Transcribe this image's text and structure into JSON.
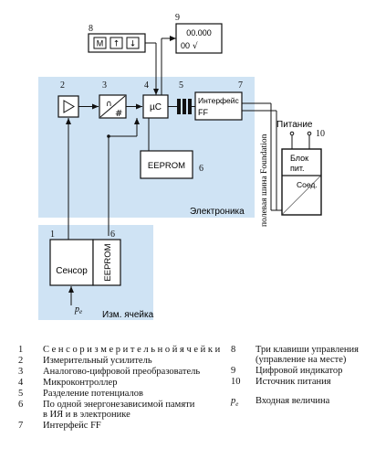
{
  "diagram": {
    "labels": {
      "n1": "1",
      "n2": "2",
      "n3": "3",
      "n4": "4",
      "n5": "5",
      "n6a": "6",
      "n6b": "6",
      "n7": "7",
      "n8": "8",
      "n9": "9",
      "n10": "10",
      "mu_c": "µC",
      "interface": "Интерфейс",
      "ff": "FF",
      "eeprom_main": "EEPROM",
      "eeprom_cell": "EEPROM",
      "sensor": "Сенсор",
      "electronics": "Электроника",
      "cell": "Изм. ячейка",
      "pe": "p",
      "pe_sub": "e",
      "power_label": "Питание",
      "psu_line1": "Блок",
      "psu_line2": "пит.",
      "conn": "Соед.",
      "fieldbus": "полевая шина Foundation",
      "display_top": "00.000",
      "display_bottom": "00",
      "root_symbol": "√",
      "key_m": "M",
      "key_up": "↑",
      "key_down": "↓",
      "amp_symbol": "▷",
      "adc_cap": "∩",
      "adc_hash": "#"
    },
    "colors": {
      "panel": "#cfe3f4",
      "line": "#111111",
      "fill": "#ffffff"
    }
  },
  "legend_left": [
    {
      "num": "1",
      "text": "С е н с о р   и з м е р и т е л ь н о й   я ч е й к и"
    },
    {
      "num": "2",
      "text": "Измерительный усилитель"
    },
    {
      "num": "3",
      "text": "Аналогово-цифровой преобразователь"
    },
    {
      "num": "4",
      "text": "Микроконтроллер"
    },
    {
      "num": "5",
      "text": "Разделение потенциалов"
    },
    {
      "num": "6",
      "text": "По одной энергонезависимой памяти\nв ИЯ и в электронике"
    },
    {
      "num": "7",
      "text": "Интерфейс FF"
    }
  ],
  "legend_right": [
    {
      "num": "8",
      "text": "Три клавиши управления\n(управление на месте)"
    },
    {
      "num": "9",
      "text": "Цифровой индикатор"
    },
    {
      "num": "10",
      "text": "Источник питания"
    },
    {
      "num": "pe",
      "text": "Входная величина"
    }
  ]
}
